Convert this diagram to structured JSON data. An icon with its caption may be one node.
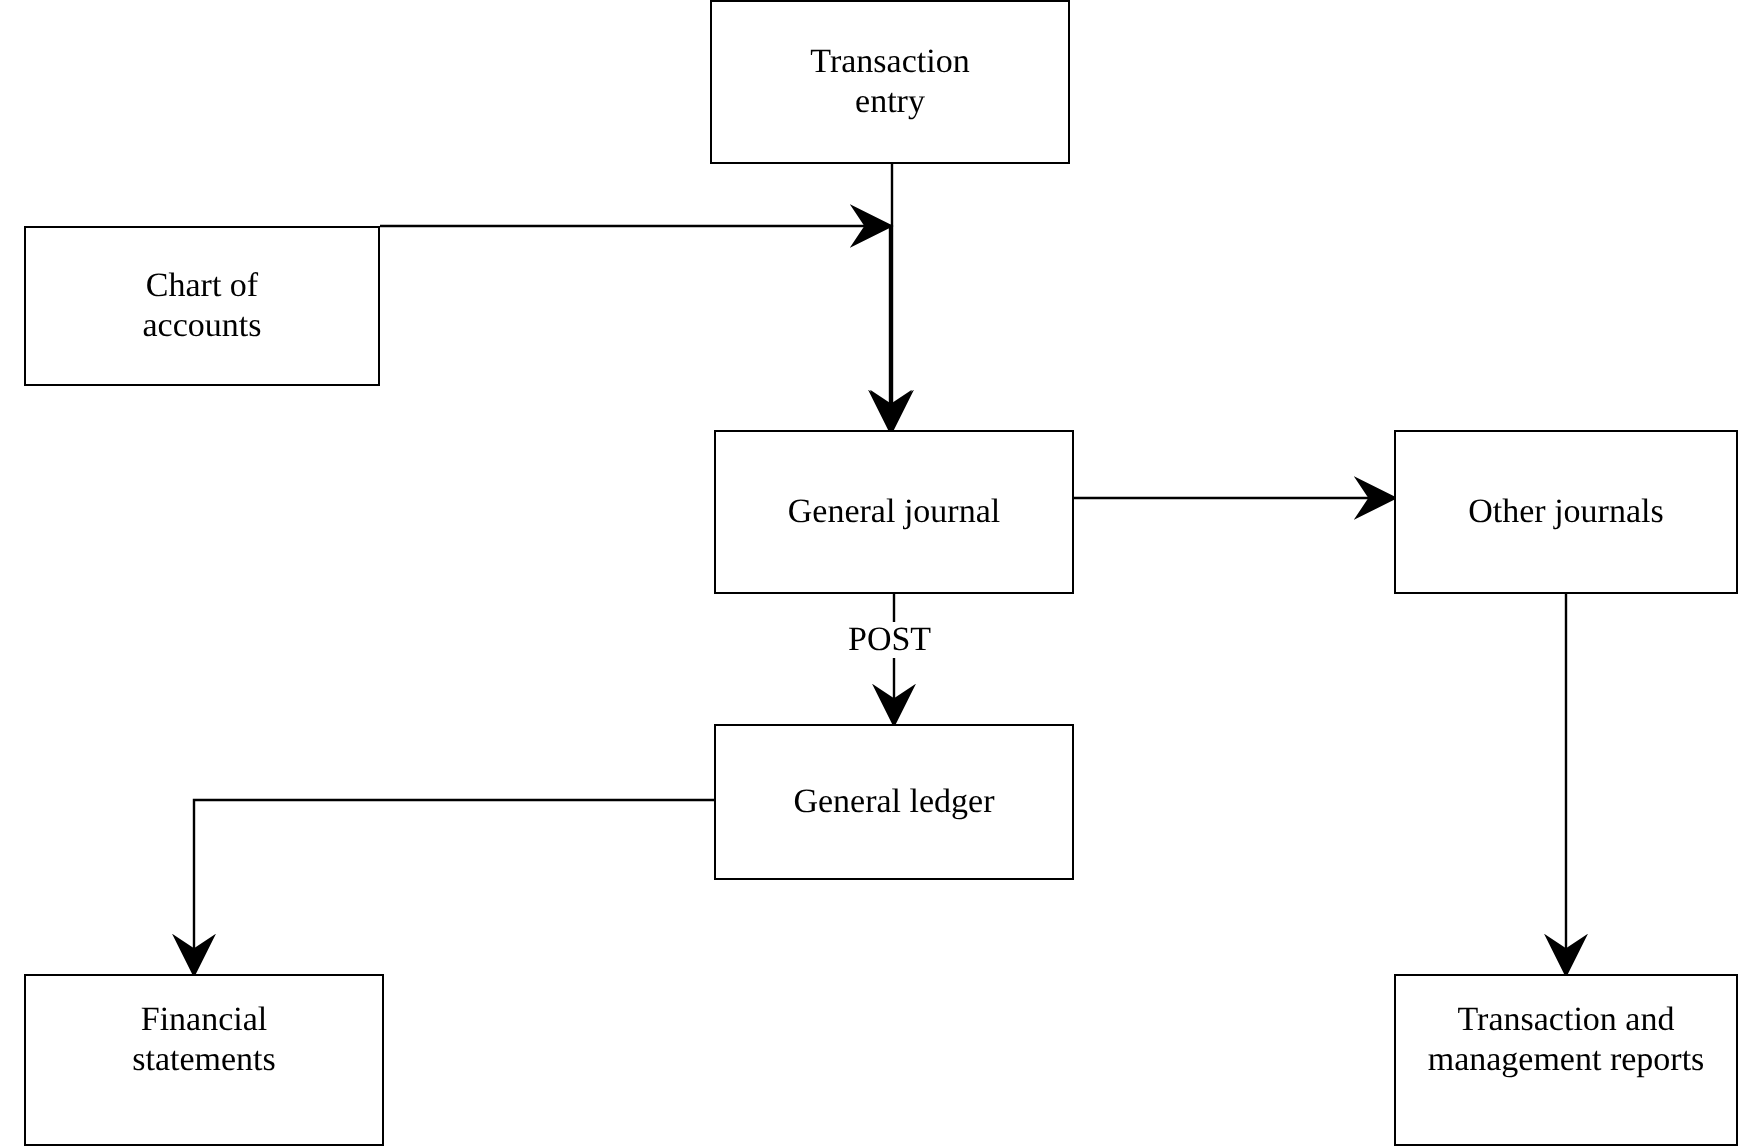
{
  "diagram": {
    "nodes": [
      {
        "text": [
          "Transaction entry"
        ]
      },
      {
        "text": [
          "Chart of accounts"
        ]
      },
      {
        "text": [
          "General journal"
        ]
      },
      {
        "text": [
          "Other journals"
        ]
      },
      {
        "text": [
          "General ledger"
        ]
      },
      {
        "text": [
          "Financial statements"
        ]
      },
      {
        "text": [
          "Transaction and management reports"
        ]
      }
    ],
    "edges": [
      {
        "from": 0,
        "to": 2,
        "arrow": "to"
      },
      {
        "from": 1,
        "to": 2,
        "arrow": "to"
      },
      {
        "from": 2,
        "to": 3,
        "arrow": "to"
      },
      {
        "from": 2,
        "to": 4,
        "label": "POST",
        "arrow": "to"
      },
      {
        "from": 4,
        "to": 5,
        "arrow": "to"
      },
      {
        "from": 3,
        "to": 6,
        "arrow": "to"
      }
    ]
  }
}
